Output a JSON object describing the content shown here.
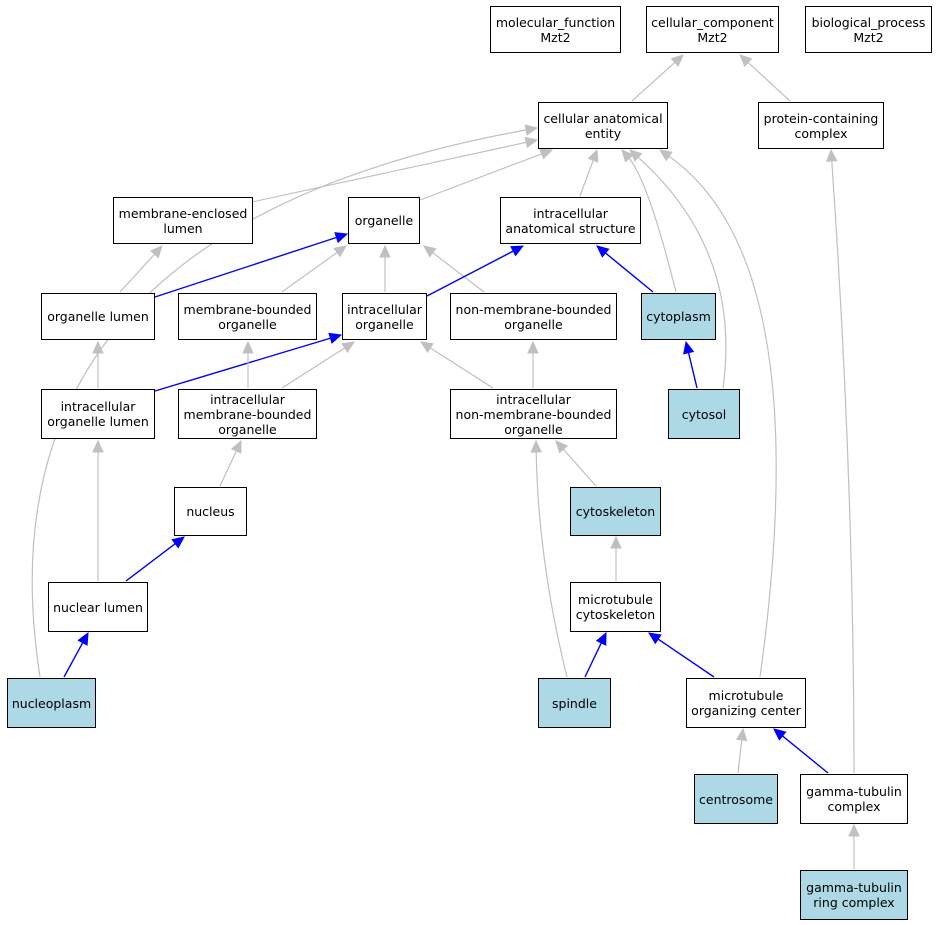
{
  "colors": {
    "highlight": "#add8e6",
    "is_a_edge": "#c0c0c0",
    "part_of_edge": "#0000ff",
    "node_border": "#000000"
  },
  "nodes": {
    "molecular_function": {
      "label": "molecular_function\nMzt2",
      "highlighted": false
    },
    "cellular_component": {
      "label": "cellular_component\nMzt2",
      "highlighted": false
    },
    "biological_process": {
      "label": "biological_process\nMzt2",
      "highlighted": false
    },
    "cellular_anatomical_entity": {
      "label": "cellular anatomical\nentity",
      "highlighted": false
    },
    "protein_containing_complex": {
      "label": "protein-containing\ncomplex",
      "highlighted": false
    },
    "membrane_enclosed_lumen": {
      "label": "membrane-enclosed\nlumen",
      "highlighted": false
    },
    "organelle": {
      "label": "organelle",
      "highlighted": false
    },
    "intracellular_anatomical_structure": {
      "label": "intracellular\nanatomical structure",
      "highlighted": false
    },
    "organelle_lumen": {
      "label": "organelle lumen",
      "highlighted": false
    },
    "membrane_bounded_organelle": {
      "label": "membrane-bounded\norganelle",
      "highlighted": false
    },
    "intracellular_organelle": {
      "label": "intracellular\norganelle",
      "highlighted": false
    },
    "non_membrane_bounded_organelle": {
      "label": "non-membrane-bounded\norganelle",
      "highlighted": false
    },
    "cytoplasm": {
      "label": "cytoplasm",
      "highlighted": true
    },
    "intracellular_organelle_lumen": {
      "label": "intracellular\norganelle lumen",
      "highlighted": false
    },
    "intracellular_membrane_bounded_organelle": {
      "label": "intracellular\nmembrane-bounded\norganelle",
      "highlighted": false
    },
    "intracellular_non_membrane_bounded_organelle": {
      "label": "intracellular\nnon-membrane-bounded\norganelle",
      "highlighted": false
    },
    "cytosol": {
      "label": "cytosol",
      "highlighted": true
    },
    "nucleus": {
      "label": "nucleus",
      "highlighted": false
    },
    "cytoskeleton": {
      "label": "cytoskeleton",
      "highlighted": true
    },
    "nuclear_lumen": {
      "label": "nuclear lumen",
      "highlighted": false
    },
    "microtubule_cytoskeleton": {
      "label": "microtubule\ncytoskeleton",
      "highlighted": false
    },
    "nucleoplasm": {
      "label": "nucleoplasm",
      "highlighted": true
    },
    "spindle": {
      "label": "spindle",
      "highlighted": true
    },
    "microtubule_organizing_center": {
      "label": "microtubule\norganizing center",
      "highlighted": false
    },
    "centrosome": {
      "label": "centrosome",
      "highlighted": true
    },
    "gamma_tubulin_complex": {
      "label": "gamma-tubulin\ncomplex",
      "highlighted": false
    },
    "gamma_tubulin_ring_complex": {
      "label": "gamma-tubulin\nring complex",
      "highlighted": true
    }
  },
  "edges": [
    {
      "from": "cellular_anatomical_entity",
      "to": "cellular_component",
      "type": "is_a"
    },
    {
      "from": "protein_containing_complex",
      "to": "cellular_component",
      "type": "is_a"
    },
    {
      "from": "membrane_enclosed_lumen",
      "to": "cellular_anatomical_entity",
      "type": "is_a"
    },
    {
      "from": "organelle",
      "to": "cellular_anatomical_entity",
      "type": "is_a"
    },
    {
      "from": "intracellular_anatomical_structure",
      "to": "cellular_anatomical_entity",
      "type": "is_a"
    },
    {
      "from": "cytoplasm",
      "to": "cellular_anatomical_entity",
      "type": "is_a"
    },
    {
      "from": "cytosol",
      "to": "cellular_anatomical_entity",
      "type": "is_a"
    },
    {
      "from": "microtubule_organizing_center",
      "to": "cellular_anatomical_entity",
      "type": "is_a"
    },
    {
      "from": "nucleoplasm",
      "to": "cellular_anatomical_entity",
      "type": "is_a"
    },
    {
      "from": "organelle_lumen",
      "to": "membrane_enclosed_lumen",
      "type": "is_a"
    },
    {
      "from": "organelle_lumen",
      "to": "organelle",
      "type": "part_of"
    },
    {
      "from": "membrane_bounded_organelle",
      "to": "organelle",
      "type": "is_a"
    },
    {
      "from": "intracellular_organelle",
      "to": "organelle",
      "type": "is_a"
    },
    {
      "from": "non_membrane_bounded_organelle",
      "to": "organelle",
      "type": "is_a"
    },
    {
      "from": "intracellular_organelle",
      "to": "intracellular_anatomical_structure",
      "type": "part_of"
    },
    {
      "from": "cytoplasm",
      "to": "intracellular_anatomical_structure",
      "type": "part_of"
    },
    {
      "from": "cytosol",
      "to": "cytoplasm",
      "type": "part_of"
    },
    {
      "from": "intracellular_organelle_lumen",
      "to": "organelle_lumen",
      "type": "is_a"
    },
    {
      "from": "intracellular_organelle_lumen",
      "to": "intracellular_organelle",
      "type": "part_of"
    },
    {
      "from": "intracellular_membrane_bounded_organelle",
      "to": "membrane_bounded_organelle",
      "type": "is_a"
    },
    {
      "from": "intracellular_membrane_bounded_organelle",
      "to": "intracellular_organelle",
      "type": "is_a"
    },
    {
      "from": "intracellular_non_membrane_bounded_organelle",
      "to": "intracellular_organelle",
      "type": "is_a"
    },
    {
      "from": "intracellular_non_membrane_bounded_organelle",
      "to": "non_membrane_bounded_organelle",
      "type": "is_a"
    },
    {
      "from": "nucleus",
      "to": "intracellular_membrane_bounded_organelle",
      "type": "is_a"
    },
    {
      "from": "nuclear_lumen",
      "to": "intracellular_organelle_lumen",
      "type": "is_a"
    },
    {
      "from": "nuclear_lumen",
      "to": "nucleus",
      "type": "part_of"
    },
    {
      "from": "nucleoplasm",
      "to": "nuclear_lumen",
      "type": "part_of"
    },
    {
      "from": "cytoskeleton",
      "to": "intracellular_non_membrane_bounded_organelle",
      "type": "is_a"
    },
    {
      "from": "microtubule_cytoskeleton",
      "to": "cytoskeleton",
      "type": "is_a"
    },
    {
      "from": "spindle",
      "to": "intracellular_non_membrane_bounded_organelle",
      "type": "is_a"
    },
    {
      "from": "spindle",
      "to": "microtubule_cytoskeleton",
      "type": "part_of"
    },
    {
      "from": "microtubule_organizing_center",
      "to": "microtubule_cytoskeleton",
      "type": "part_of"
    },
    {
      "from": "centrosome",
      "to": "microtubule_organizing_center",
      "type": "is_a"
    },
    {
      "from": "gamma_tubulin_complex",
      "to": "microtubule_organizing_center",
      "type": "part_of"
    },
    {
      "from": "gamma_tubulin_complex",
      "to": "protein_containing_complex",
      "type": "is_a"
    },
    {
      "from": "gamma_tubulin_ring_complex",
      "to": "gamma_tubulin_complex",
      "type": "is_a"
    }
  ]
}
